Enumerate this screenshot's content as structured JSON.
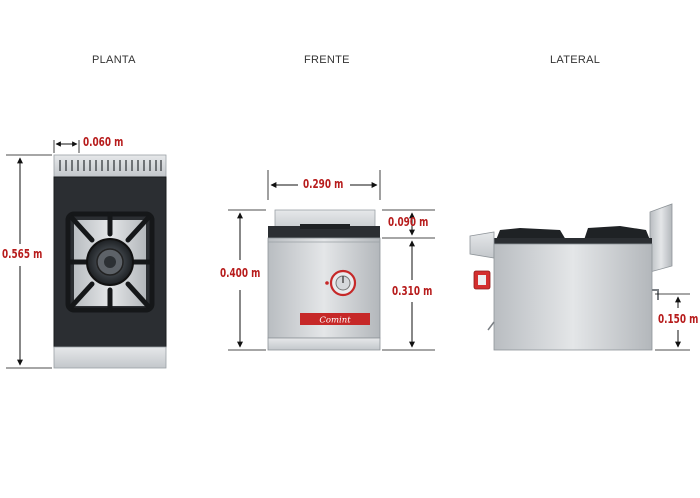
{
  "views": {
    "planta": "PLANTA",
    "frente": "FRENTE",
    "lateral": "LATERAL"
  },
  "dimensions": {
    "planta_top_offset": "0.060 m",
    "planta_depth": "0.565 m",
    "frente_width": "0.290 m",
    "frente_height": "0.400 m",
    "frente_backsplash": "0.090 m",
    "frente_body_height": "0.310 m",
    "lateral_leg": "0.150 m"
  },
  "brand": "Comint",
  "colors": {
    "dimension_text": "#b71c1c",
    "dimension_line": "#111111",
    "steel": "#cfd2d5",
    "grate": "#2a2d31",
    "knob_red": "#d32f2f"
  }
}
